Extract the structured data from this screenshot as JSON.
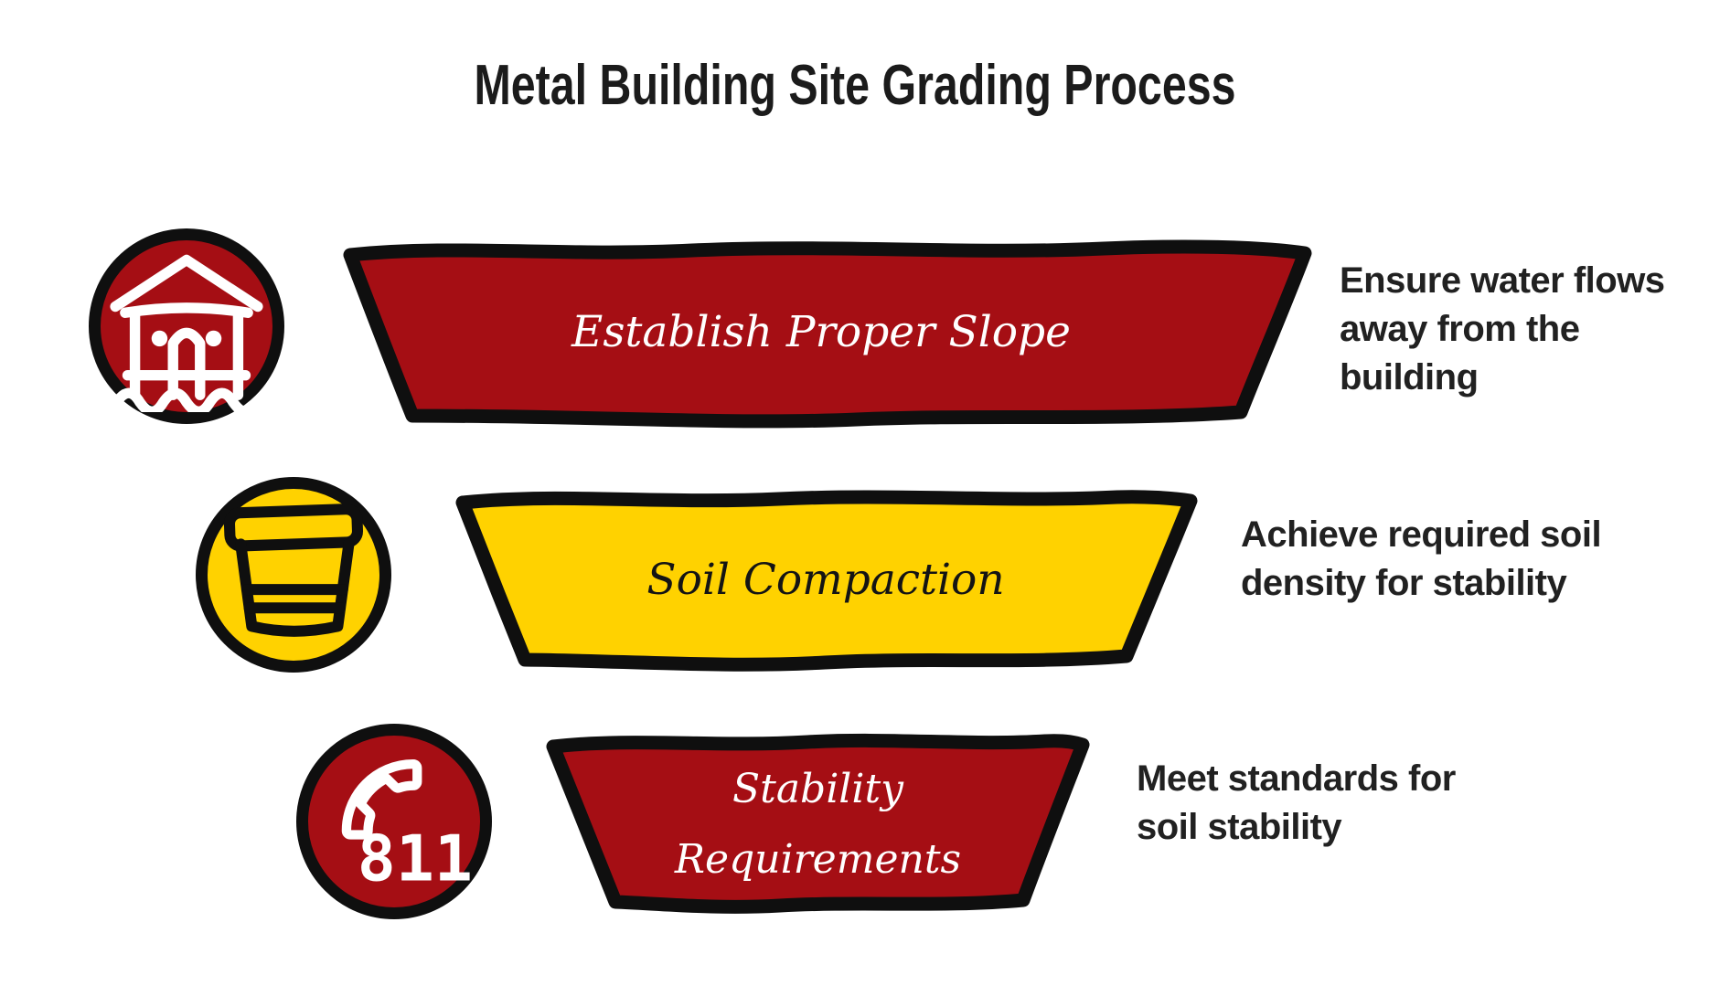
{
  "title": "Metal Building Site Grading Process",
  "colors": {
    "red": "#A50E14",
    "yellow": "#FFD200",
    "outline": "#0F0F0F",
    "annotation_text": "#212121",
    "white": "#FFFFFF"
  },
  "steps": [
    {
      "label": "Establish Proper Slope",
      "annotation": "Ensure water flows\naway from the\nbuilding",
      "fill": "#A50E14",
      "text_color": "#FFFFFF",
      "icon": "house-flood-icon"
    },
    {
      "label": "Soil Compaction",
      "annotation": "Achieve required soil\ndensity for stability",
      "fill": "#FFD200",
      "text_color": "#141414",
      "icon": "compaction-bucket-icon"
    },
    {
      "label": "Stability\nRequirements",
      "annotation": "Meet standards for\nsoil stability",
      "fill": "#A50E14",
      "text_color": "#FFFFFF",
      "icon": "phone-811-icon",
      "icon_label": "811"
    }
  ]
}
